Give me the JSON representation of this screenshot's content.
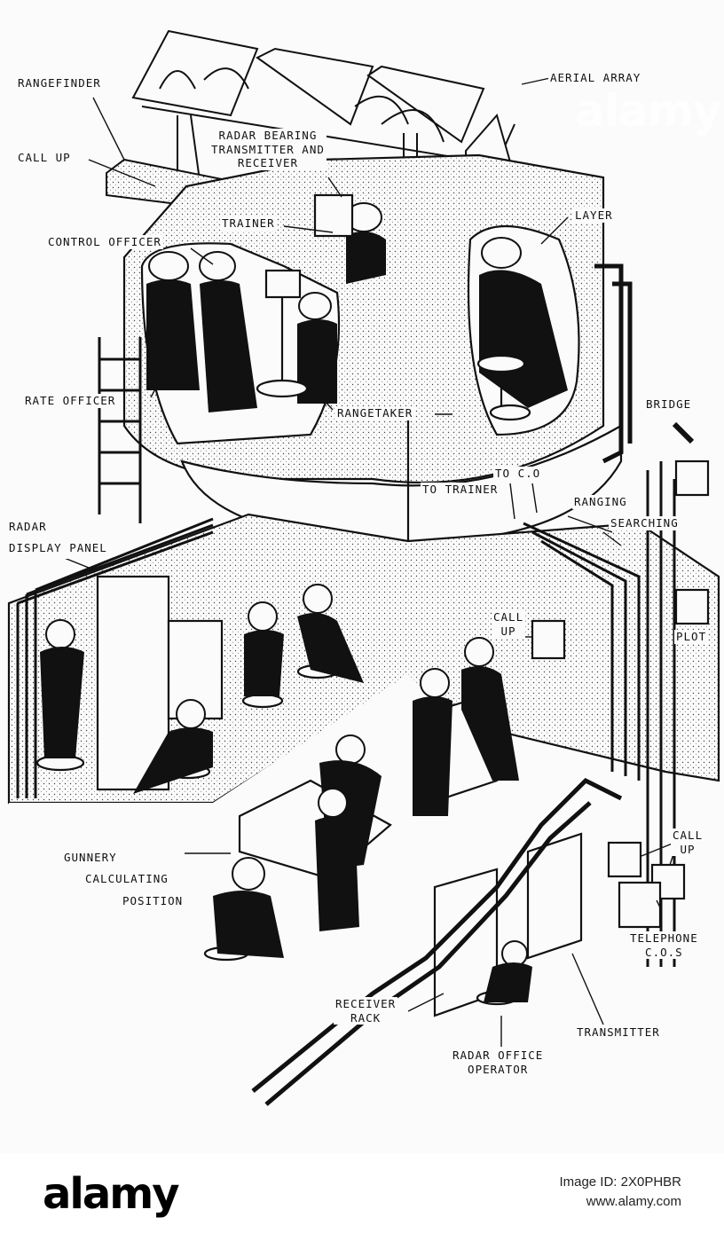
{
  "labels": {
    "rangefinder": "RANGEFINDER",
    "aerial_array": "AERIAL ARRAY",
    "call_up_top": "CALL UP",
    "radar_bearing": [
      "RADAR BEARING",
      "TRANSMITTER AND",
      "RECEIVER"
    ],
    "trainer": "TRAINER",
    "layer": "LAYER",
    "control_officer": "CONTROL OFFICER",
    "rate_officer": "RATE OFFICER",
    "rangetaker": "RANGETAKER",
    "bridge": "BRIDGE",
    "to_co": "TO C.O",
    "to_trainer": "TO TRAINER",
    "ranging": "RANGING",
    "searching": "SEARCHING",
    "radar_display_panel": [
      "RADAR",
      "DISPLAY PANEL"
    ],
    "call_up_mid": [
      "CALL",
      "UP"
    ],
    "plot": "PLOT",
    "gunnery": [
      "GUNNERY",
      "CALCULATING",
      "POSITION"
    ],
    "call_up_right": [
      "CALL",
      "UP"
    ],
    "telephone": [
      "TELEPHONE",
      "C.O.S"
    ],
    "receiver_rack": [
      "RECEIVER",
      "RACK"
    ],
    "transmitter": "TRANSMITTER",
    "radar_office_operator": [
      "RADAR OFFICE",
      "OPERATOR"
    ]
  },
  "watermark": {
    "mid": "alamy",
    "bottom_logo": "alamy",
    "image_id": "Image ID: 2X0PHBR",
    "site": "www.alamy.com"
  },
  "colors": {
    "ink": "#111111",
    "paper": "#fbfbfb"
  }
}
